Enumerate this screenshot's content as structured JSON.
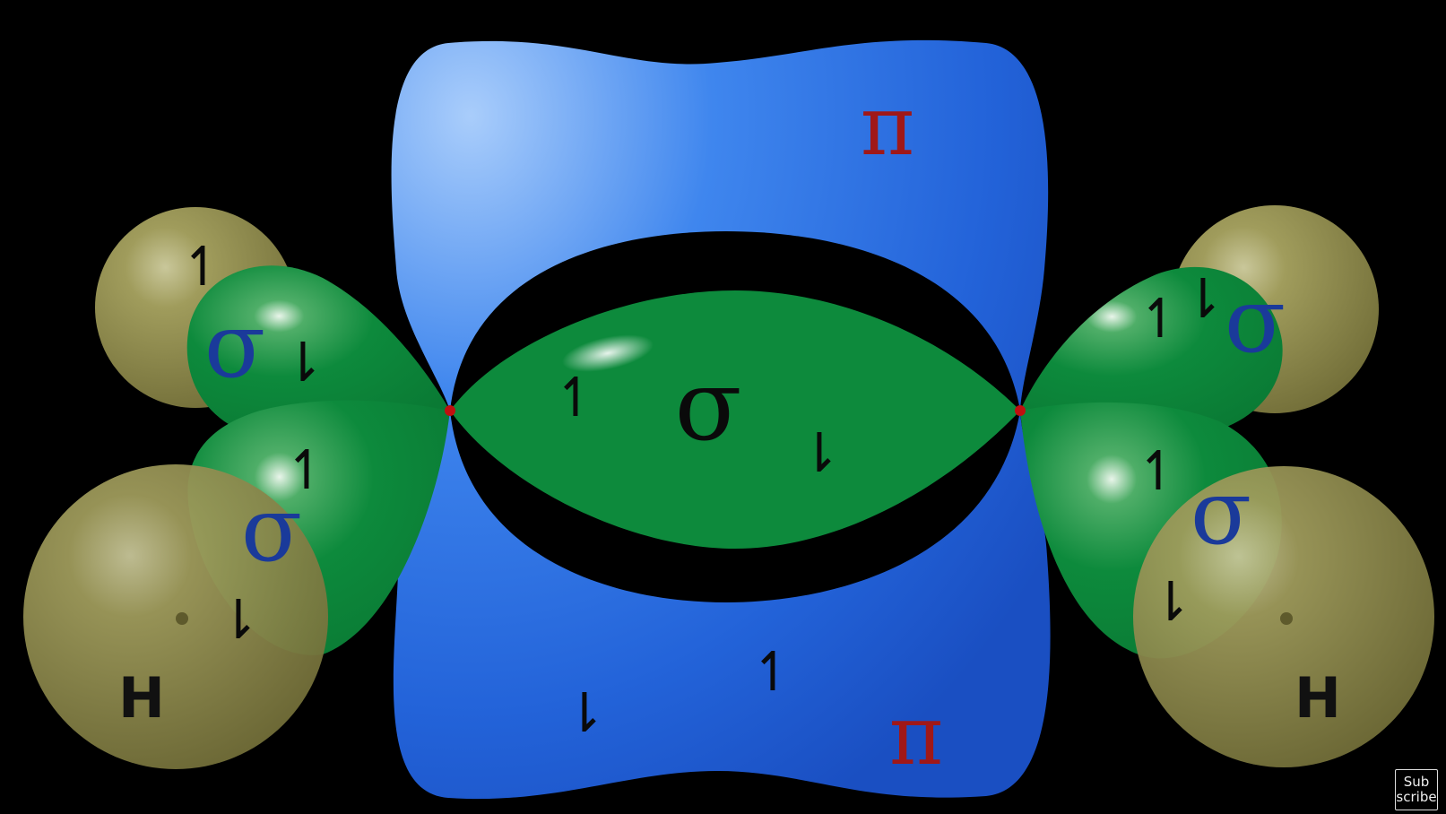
{
  "labels": {
    "pi": "π",
    "sigma": "σ",
    "hydrogen": "H",
    "electron_up": "↿",
    "electron_down": "⇂"
  },
  "colors": {
    "pi_orbital": "#2f6fe6",
    "sigma_orbital": "#0e8a3a",
    "hydrogen": "#8e8a4c",
    "pi_label": "#a01818",
    "sigma_label_blue": "#1a3a9a",
    "nucleus": "#c01010",
    "background": "#000000"
  },
  "subscribe": {
    "line1": "Sub",
    "line2": "scribe"
  }
}
